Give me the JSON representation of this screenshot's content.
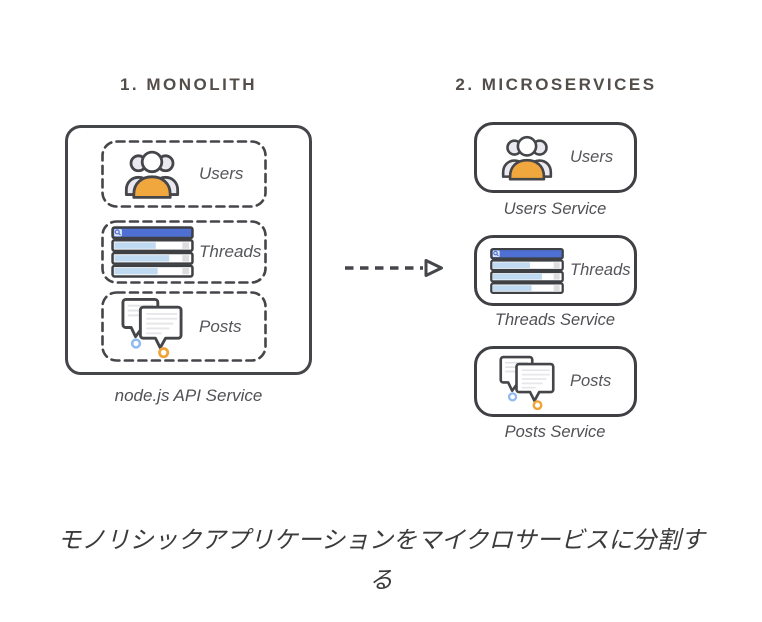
{
  "diagram": {
    "monolith": {
      "title": "1. MONOLITH",
      "container_label": "node.js API Service",
      "modules": [
        {
          "label": "Users",
          "icon": "users-group-icon"
        },
        {
          "label": "Threads",
          "icon": "threads-list-icon"
        },
        {
          "label": "Posts",
          "icon": "posts-chat-bubbles-icon"
        }
      ]
    },
    "arrow_icon": "dashed-arrow-right-icon",
    "microservices": {
      "title": "2. MICROSERVICES",
      "services": [
        {
          "label": "Users",
          "caption": "Users Service",
          "icon": "users-group-icon"
        },
        {
          "label": "Threads",
          "caption": "Threads Service",
          "icon": "threads-list-icon"
        },
        {
          "label": "Posts",
          "caption": "Posts Service",
          "icon": "posts-chat-bubbles-icon"
        }
      ]
    }
  },
  "figure_caption": {
    "full_text": "モノリシックアプリケーションをマイクロサービスに分割する",
    "lines": [
      "モノリシックアプリケーションをマイクロサービスに分割す",
      "る"
    ]
  },
  "colors": {
    "outline_dark": "#45464a",
    "title_text": "#534e4a",
    "label_text": "#55565a",
    "caption_text": "#3b3b3c",
    "accent_orange": "#f0a83e",
    "accent_blue": "#4e70d2",
    "light_blue_fill": "#c0daf2",
    "light_gray_fill": "#e9e9ef",
    "ring_blue": "#8fbaf0",
    "ring_orange": "#f0a437"
  }
}
